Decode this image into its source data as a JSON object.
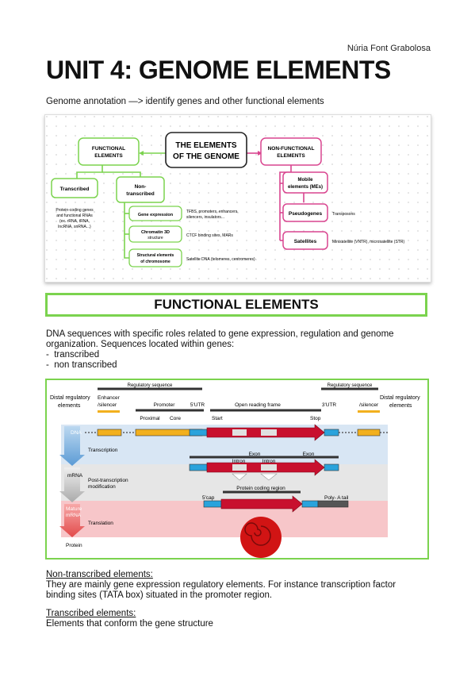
{
  "header": {
    "author": "Núria Font Grabolosa",
    "title": "UNIT 4: GENOME ELEMENTS",
    "intro": "Genome annotation —> identify genes and other functional elements"
  },
  "concept_map": {
    "center_line1": "THE ELEMENTS",
    "center_line2": "OF THE GENOME",
    "functional_line1": "FUNCTIONAL",
    "functional_line2": "ELEMENTS",
    "transcribed": "Transcribed",
    "transcribed_desc": [
      "Protein-coding genes",
      "and functional RNAs",
      "(ex. rRNA, tRNA,",
      "lncRNA, snRNA...)"
    ],
    "nontranscribed_line1": "Non-",
    "nontranscribed_line2": "transcribed",
    "gene_expression": "Gene expression",
    "gene_expression_desc": [
      "TFBS, promoters, enhancers,",
      "silencers, insulators..."
    ],
    "chromatin_line1": "Chromatin 3D",
    "chromatin_line2": "structure",
    "chromatin_desc": "CTCF binding sites, MARs",
    "structural_line1": "Structural elements",
    "structural_line2": "of chromosome",
    "structural_desc": "Satellite DNA (telomeres, centromeres)",
    "nonfunctional_line1": "NON-FUNCTIONAL",
    "nonfunctional_line2": "ELEMENTS",
    "mobile_line1": "Mobile",
    "mobile_line2": "elements (MEs)",
    "pseudogenes": "Pseudogenes",
    "transposons": "Transposons",
    "satellites": "Satellites",
    "satellites_desc": "Minisatellite (VNTR), microsatellite (STR)",
    "colors": {
      "green": "#7bd34e",
      "pink": "#d9458f",
      "grid": "#dddddd"
    }
  },
  "section": {
    "title": "FUNCTIONAL ELEMENTS",
    "desc": "DNA sequences with specific roles related to gene expression, regulation and genome organization. Sequences located within genes:",
    "bullets": [
      "transcribed",
      "non transcribed"
    ]
  },
  "gene_diagram": {
    "regulatory_left": "Regulatory sequence",
    "regulatory_right": "Regulatory sequence",
    "distal_left": [
      "Distal regulatory",
      "elements"
    ],
    "distal_right": [
      "Distal regulatory",
      "elements"
    ],
    "enhancer_left": [
      "Enhancer",
      "/silencer"
    ],
    "enhancer_right": "/silencer",
    "promoter": "Promoter",
    "proximal": "Proximal",
    "core": "Core",
    "utr5": "5'UTR",
    "utr3": "3'UTR",
    "orf": "Open reading frame",
    "start": "Start",
    "stop": "Stop",
    "dna": "DNA",
    "transcription": "Transcription",
    "exon1": "Exon",
    "exon2": "Exon",
    "intron1": "Intron",
    "intron2": "Intron",
    "mrna": "mRNA",
    "post_transcription": [
      "Post-transcription",
      "modification"
    ],
    "protein_coding_region": "Protein coding region",
    "cap": "5'cap",
    "polya": "Poly- A tail",
    "mature_mrna": [
      "Mature",
      "mRNA"
    ],
    "translation": "Translation",
    "protein": "Protein",
    "colors": {
      "dna_band": "#d8e6f4",
      "mrna_band": "#e6e6e6",
      "mature_band": "#f7c6c9",
      "gene": "#c8102e",
      "utr": "#2aa3dc",
      "regulatory": "#f2b01e"
    }
  },
  "notes": {
    "nontranscribed_heading": "Non-transcribed elements:",
    "nontranscribed_body": "They are mainly gene expression regulatory elements. For instance transcription factor binding sites (TATA box) situated in the promoter region.",
    "transcribed_heading": "Transcribed elements:",
    "transcribed_body": "Elements that conform the gene structure"
  }
}
